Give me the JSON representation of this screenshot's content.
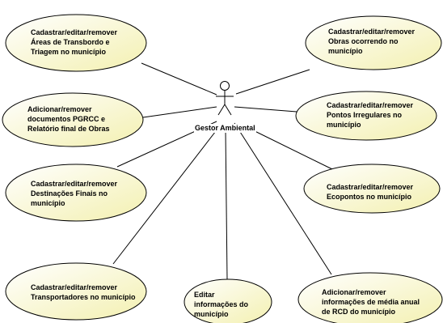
{
  "actor": {
    "name": "Gestor Ambiental"
  },
  "use_cases": [
    {
      "id": "uc-areas-transbordo",
      "label": "Cadastrar/editar/remover\nÁreas de Transbordo e\nTriagem no município"
    },
    {
      "id": "uc-documentos-pgrcc",
      "label": "Adicionar/remover\ndocumentos PGRCC e\nRelatório final de Obras"
    },
    {
      "id": "uc-destinacoes-finais",
      "label": "Cadastrar/editar/remover\nDestinações Finais no\nmunicípio"
    },
    {
      "id": "uc-transportadores",
      "label": "Cadastrar/editar/remover\nTransportadores no município"
    },
    {
      "id": "uc-editar-informacoes",
      "label": "Editar\ninformações do\nmunicípio"
    },
    {
      "id": "uc-media-anual-rcd",
      "label": "Adicionar/remover\ninformações de média anual\nde RCD do município"
    },
    {
      "id": "uc-ecopontos",
      "label": "Cadastrar/editar/remover\nEcopontos no município"
    },
    {
      "id": "uc-pontos-irregulares",
      "label": "Cadastrar/editar/remover\nPontos Irregulares no\nmunicípio"
    },
    {
      "id": "uc-obras",
      "label": "Cadastrar/editar/remover\nObras ocorrendo no\nmunicípio"
    }
  ],
  "colors": {
    "ellipse_fill": "#fdfccf",
    "ellipse_stroke": "#000000",
    "line": "#000000"
  }
}
